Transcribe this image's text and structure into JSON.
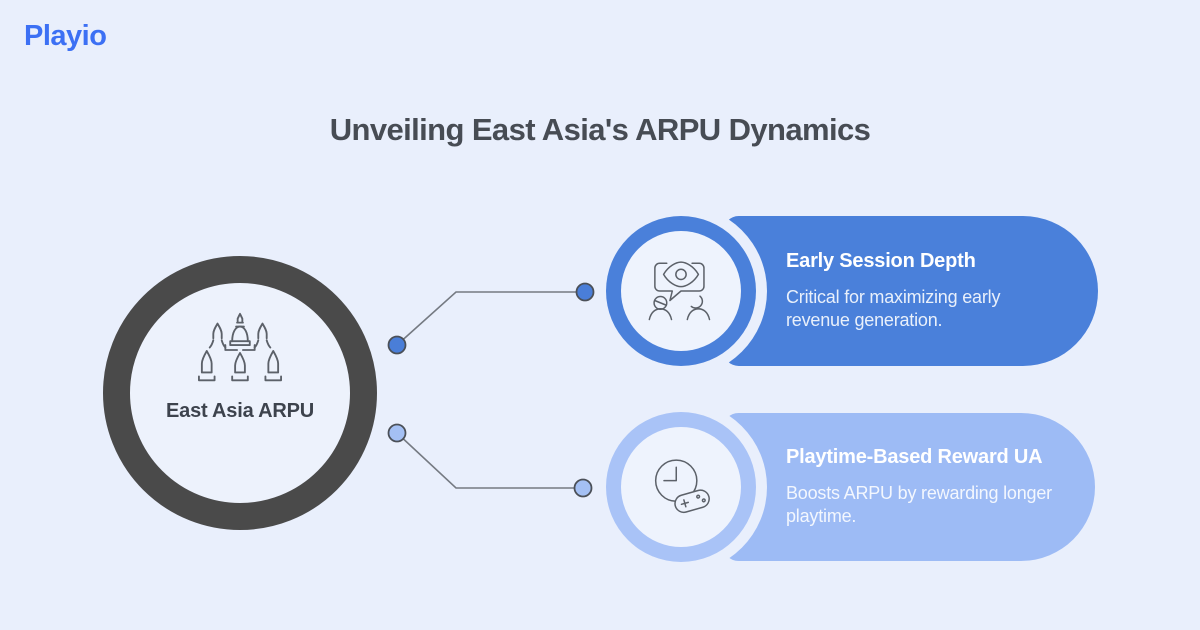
{
  "brand": {
    "name": "Playio"
  },
  "header": {
    "title": "Unveiling East Asia's ARPU Dynamics"
  },
  "diagram": {
    "center": {
      "label": "East Asia ARPU",
      "icon": "temple-stupa-icon"
    },
    "branches": [
      {
        "title": "Early Session Depth",
        "description": "Critical for maximizing early revenue generation.",
        "icon": "speech-bubble-eye-audience-icon",
        "pill_color": "#4a80da",
        "badge_ring_color": "#4a80da",
        "connector_dot_color": "#4a7ed8"
      },
      {
        "title": "Playtime-Based Reward UA",
        "description": "Boosts ARPU by rewarding longer playtime.",
        "icon": "clock-gamepad-icon",
        "pill_color": "#9dbbf5",
        "badge_ring_color": "#a9c3f7",
        "connector_dot_color": "#a4c0f4"
      }
    ]
  },
  "colors": {
    "background": "#e9effc",
    "logo_blue": "#3c70f4",
    "title_text": "#474c54",
    "center_ring": "#4a4a4a",
    "center_fill": "#edf2fc",
    "center_label_text": "#3d434d",
    "connector_line": "#757a82",
    "card_title_text": "#ffffff"
  }
}
